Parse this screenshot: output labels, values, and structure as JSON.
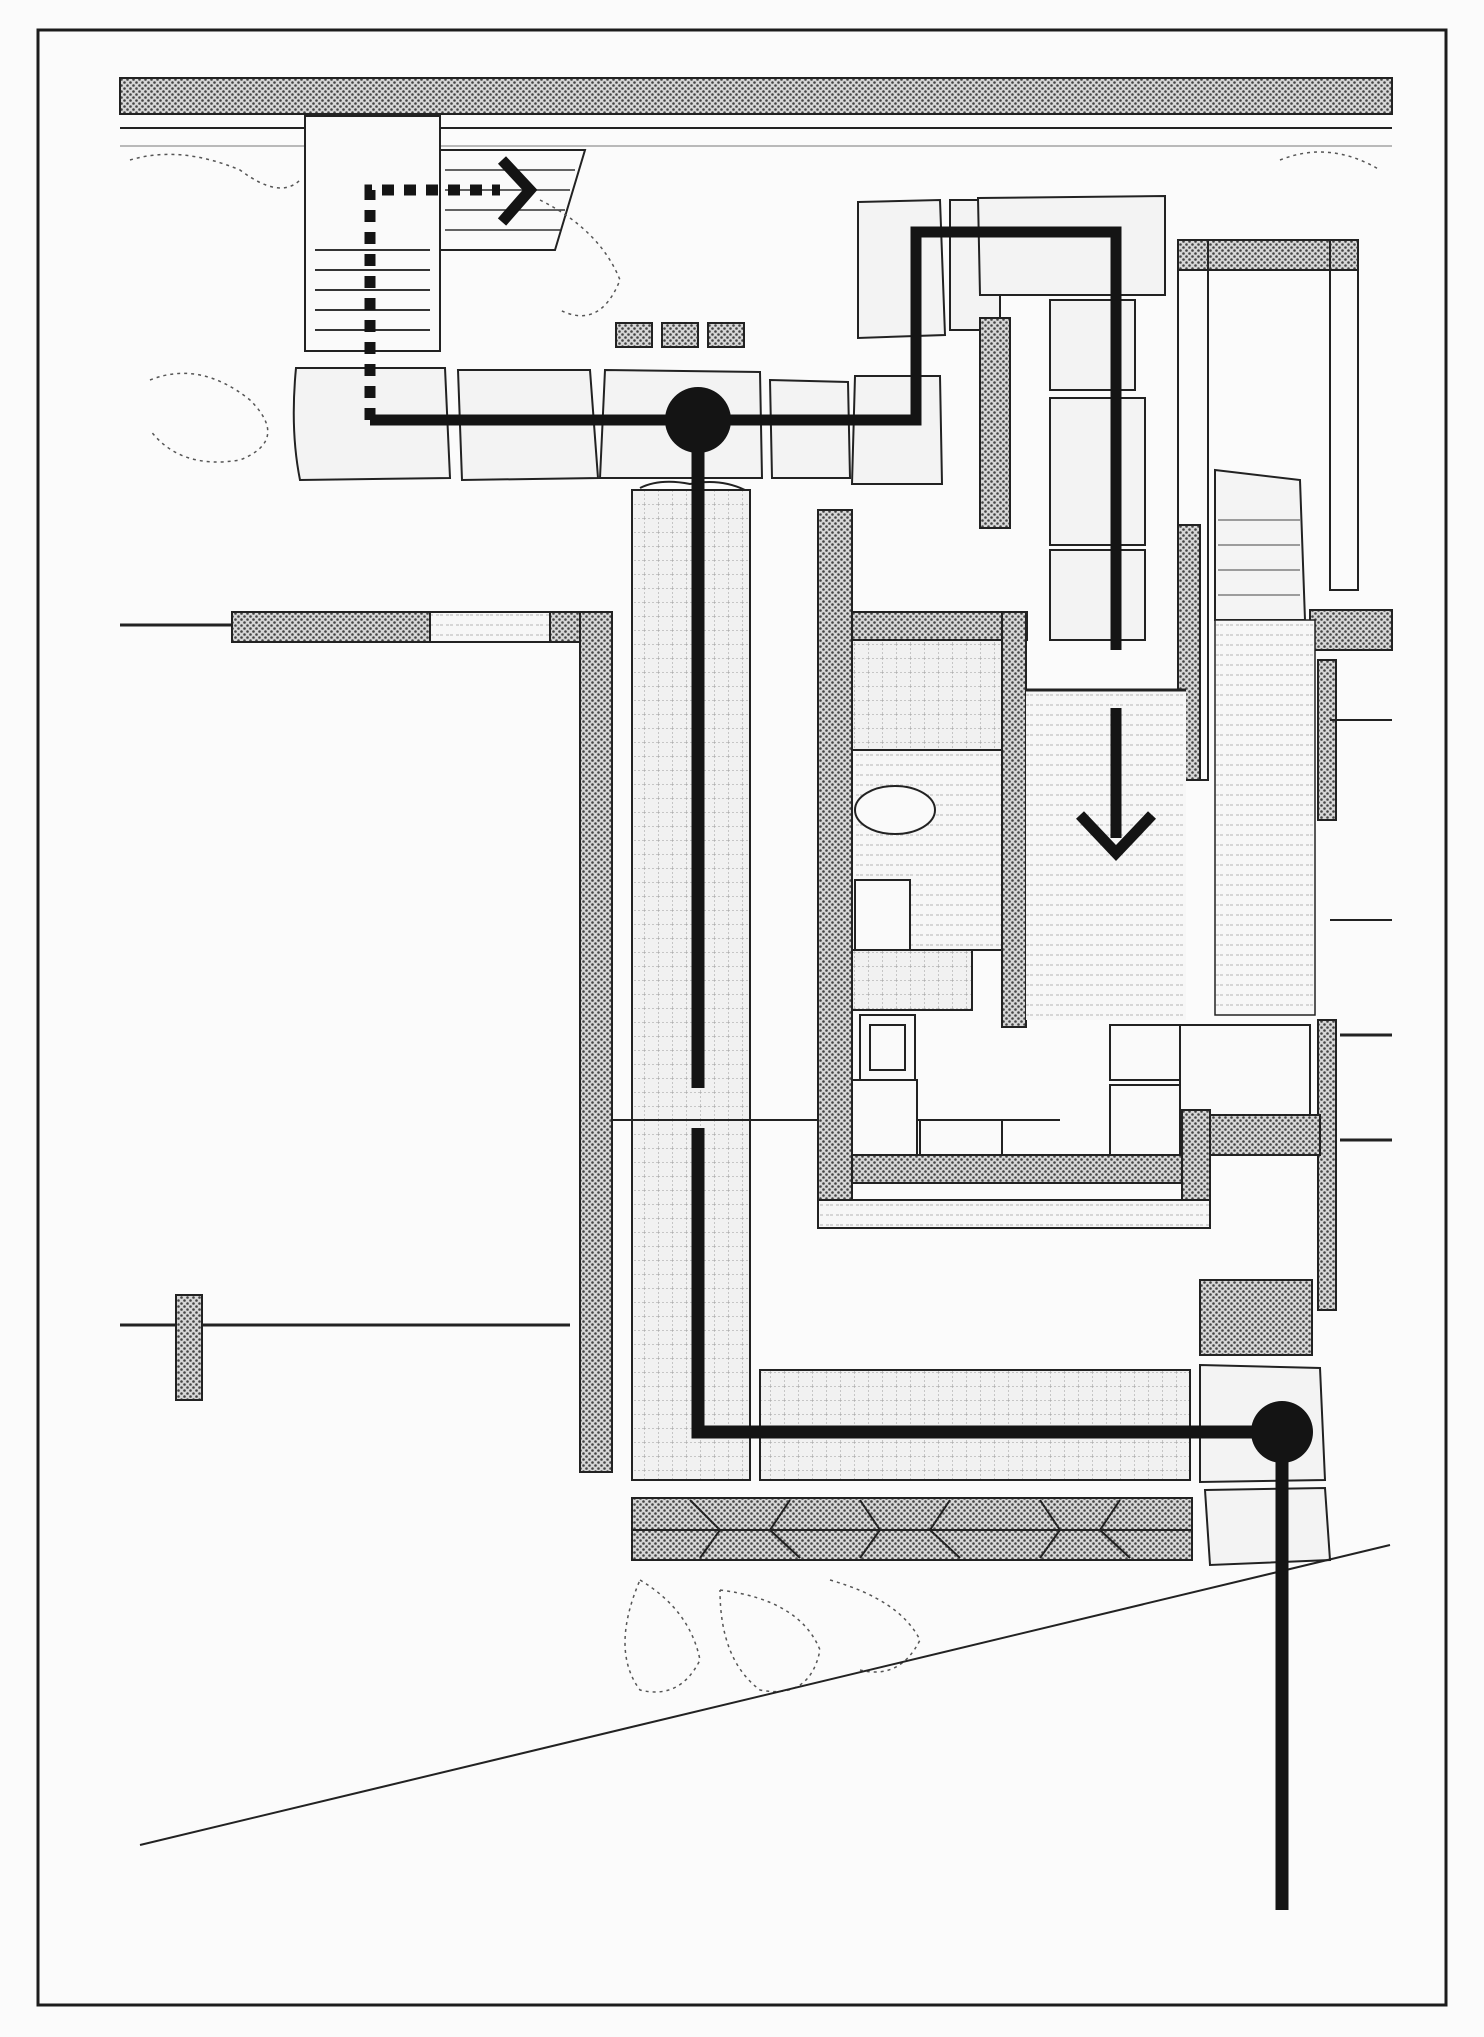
{
  "diagram": {
    "kind": "architectural floor plan with circulation path",
    "labels": [],
    "elements": {
      "path_line": {
        "color": "#141414",
        "style": "solid"
      },
      "entry_path": {
        "color": "#141414",
        "style": "dashed"
      },
      "nodes": [
        {
          "name": "node-upper"
        },
        {
          "name": "node-lower"
        }
      ],
      "arrows": [
        {
          "name": "arrow-down"
        },
        {
          "name": "arrow-right-chevron"
        }
      ]
    },
    "colors": {
      "background": "#fbfbfb",
      "frame": "#1c1c1c",
      "ink": "#222222",
      "hatch_dark": "#7d7d7d",
      "hatch_light": "#c9c9c9",
      "stone_fill": "#f3f3f3"
    }
  }
}
